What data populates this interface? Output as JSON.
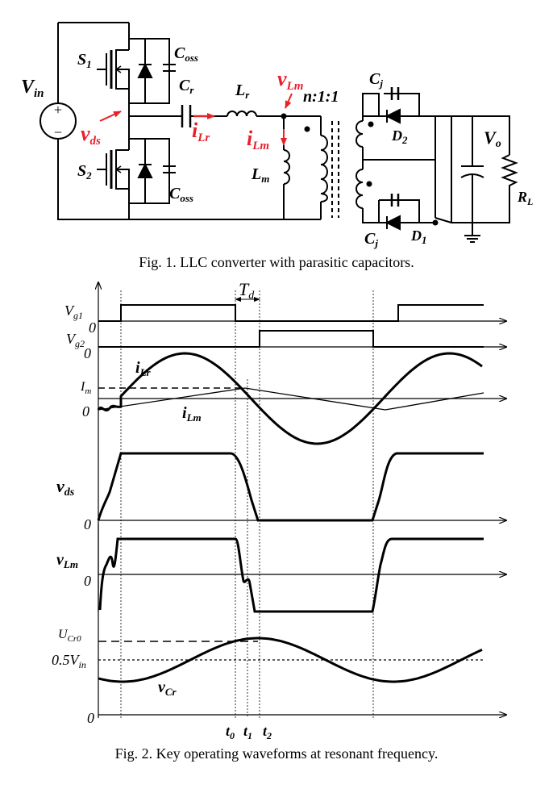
{
  "figure1": {
    "caption": "Fig. 1. LLC converter with parasitic capacitors.",
    "labels": {
      "vin": "V",
      "vin_sub": "in",
      "s1": "S",
      "s1_sub": "1",
      "s2": "S",
      "s2_sub": "2",
      "coss_top": "C",
      "coss_top_sub": "oss",
      "coss_bot": "C",
      "coss_bot_sub": "oss",
      "cr": "C",
      "cr_sub": "r",
      "lr": "L",
      "lr_sub": "r",
      "lm": "L",
      "lm_sub": "m",
      "vds": "v",
      "vds_sub": "ds",
      "ilr": "i",
      "ilr_sub": "Lr",
      "vlm": "v",
      "vlm_sub": "Lm",
      "ilm": "i",
      "ilm_sub": "Lm",
      "ratio": "n:1:1",
      "cj_top": "C",
      "cj_top_sub": "j",
      "cj_bot": "C",
      "cj_bot_sub": "j",
      "d2": "D",
      "d2_sub": "2",
      "d1": "D",
      "d1_sub": "1",
      "vo": "V",
      "vo_sub": "o",
      "rl": "R",
      "rl_sub": "L",
      "plus": "+",
      "minus": "−"
    }
  },
  "figure2": {
    "caption": "Fig. 2. Key operating waveforms at resonant frequency.",
    "labels": {
      "td": "T",
      "td_sub": "d",
      "vg1": "V",
      "vg1_sub": "g1",
      "vg2": "V",
      "vg2_sub": "g2",
      "ilr": "i",
      "ilr_sub": "Lr",
      "im": "I",
      "im_sub": "m",
      "ilm": "i",
      "ilm_sub": "Lm",
      "vds": "v",
      "vds_sub": "ds",
      "vlm": "v",
      "vlm_sub": "Lm",
      "ucr0": "U",
      "ucr0_sub": "Cr0",
      "half_vin": "0.5V",
      "half_vin_sub": "in",
      "vcr": "v",
      "vcr_sub": "Cr",
      "zero_vg1": "0",
      "zero_vg2": "0",
      "zero_ilr": "0",
      "zero_vds": "0",
      "zero_vlm": "0",
      "zero_vcr": "0",
      "t0": "t",
      "t0_sub": "0",
      "t1": "t",
      "t1_sub": "1",
      "t2": "t",
      "t2_sub": "2"
    }
  },
  "colors": {
    "annotation": "#e8202a",
    "trace": "#000000"
  }
}
